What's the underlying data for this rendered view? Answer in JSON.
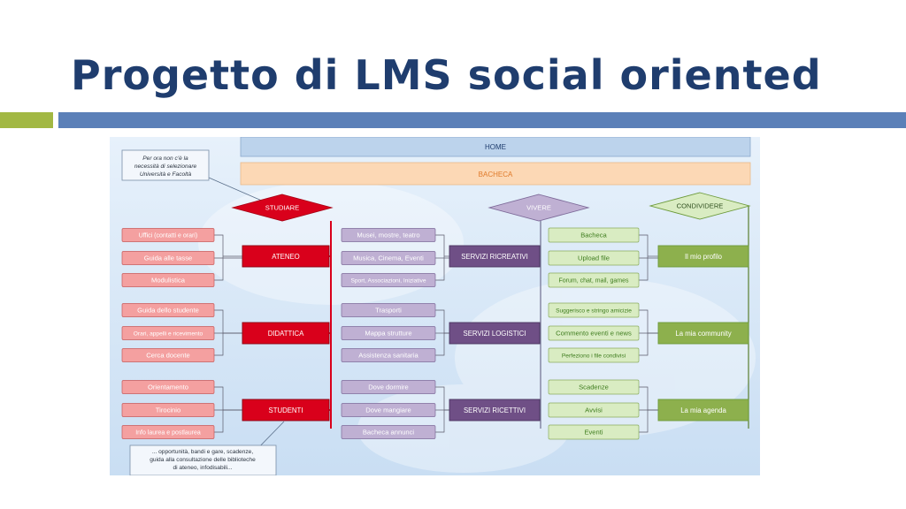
{
  "slide": {
    "title": "Progetto di LMS social oriented",
    "accent_color": "#a2b843",
    "rule_color": "#5b80b8"
  },
  "colors": {
    "red": "#d9001b",
    "red_light": "#f4a0a0",
    "purple": "#6f4f86",
    "purple_light": "#bfb0d3",
    "green": "#8db04d",
    "green_light": "#d9ecc2",
    "home": "#bcd3ec",
    "bacheca": "#fcd8b5"
  },
  "diagram": {
    "home": "HOME",
    "bacheca": "BACHECA",
    "note_top": [
      "Per ora non c'è la",
      "necessità di selezionare",
      "Università e Facoltà"
    ],
    "note_bottom": [
      "... opportunità, bandi e gare, scadenze,",
      "guida alla consultazione delle biblioteche",
      "di ateneo, infodisabili..."
    ],
    "columns": [
      {
        "diamond": "STUDIARE",
        "groups": [
          {
            "label": "ATENEO",
            "items": [
              "Uffici (contatti e orari)",
              "Guida alle tasse",
              "Modulistica"
            ]
          },
          {
            "label": "DIDATTICA",
            "items": [
              "Guida dello studente",
              "Orari, appelli e ricevimento",
              "Cerca docente"
            ]
          },
          {
            "label": "STUDENTI",
            "items": [
              "Orientamento",
              "Tirocinio",
              "Info laurea e postlaurea"
            ]
          }
        ]
      },
      {
        "diamond": "VIVERE",
        "groups": [
          {
            "label": "SERVIZI RICREATIVI",
            "items": [
              "Musei, mostre, teatro",
              "Musica, Cinema, Eventi",
              "Sport, Associazioni, Iniziative"
            ]
          },
          {
            "label": "SERVIZI LOGISTICI",
            "items": [
              "Trasporti",
              "Mappa strutture",
              "Assistenza sanitaria"
            ]
          },
          {
            "label": "SERVIZI RICETTIVI",
            "items": [
              "Dove dormire",
              "Dove mangiare",
              "Bacheca annunci"
            ]
          }
        ]
      },
      {
        "diamond": "CONDIVIDERE",
        "groups": [
          {
            "label": "Il mio profilo",
            "items": [
              "Bacheca",
              "Upload file",
              "Forum, chat, mail, games"
            ]
          },
          {
            "label": "La mia community",
            "items": [
              "Suggerisco e stringo amicizie",
              "Commento eventi e news",
              "Perfeziono i file condivisi"
            ]
          },
          {
            "label": "La mia agenda",
            "items": [
              "Scadenze",
              "Avvisi",
              "Eventi"
            ]
          }
        ]
      }
    ]
  }
}
